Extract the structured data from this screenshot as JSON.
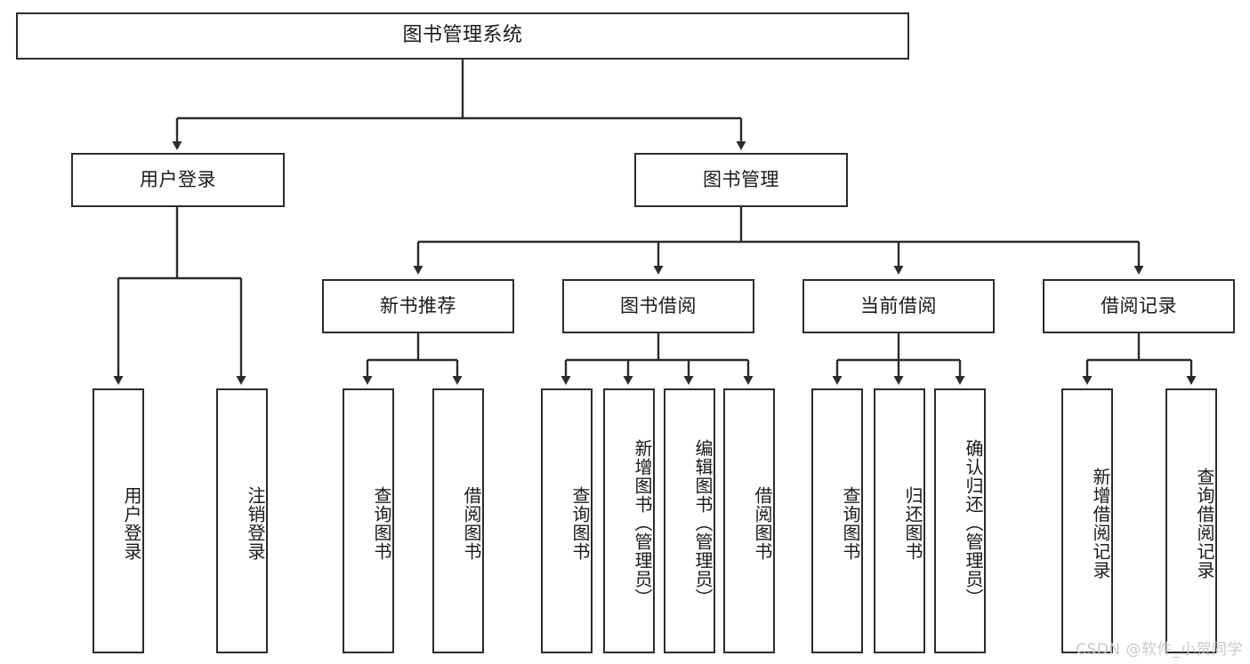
{
  "diagram": {
    "type": "tree",
    "title": "图书管理系统",
    "stroke_color": "#2b2b2b",
    "background_color": "#ffffff",
    "text_color": "#1a1a1a",
    "root": {
      "label": "图书管理系统"
    },
    "level2": [
      {
        "label": "用户登录"
      },
      {
        "label": "图书管理"
      }
    ],
    "level3": [
      {
        "label": "新书推荐"
      },
      {
        "label": "图书借阅"
      },
      {
        "label": "当前借阅"
      },
      {
        "label": "借阅记录"
      }
    ],
    "leaves": {
      "user_login": [
        {
          "label": "用户登录"
        },
        {
          "label": "注销登录"
        }
      ],
      "new_book_recommend": [
        {
          "label": "查询图书"
        },
        {
          "label": "借阅图书"
        }
      ],
      "book_borrow": [
        {
          "label": "查询图书"
        },
        {
          "label": "新增图书（管理员）"
        },
        {
          "label": "编辑图书（管理员）"
        },
        {
          "label": "借阅图书"
        }
      ],
      "current_borrow": [
        {
          "label": "查询图书"
        },
        {
          "label": "归还图书"
        },
        {
          "label": "确认归还（管理员）"
        }
      ],
      "borrow_record": [
        {
          "label": "新增借阅记录"
        },
        {
          "label": "查询借阅记录"
        }
      ]
    }
  },
  "watermark": {
    "text": "CSDN @软件_小贺同学"
  }
}
